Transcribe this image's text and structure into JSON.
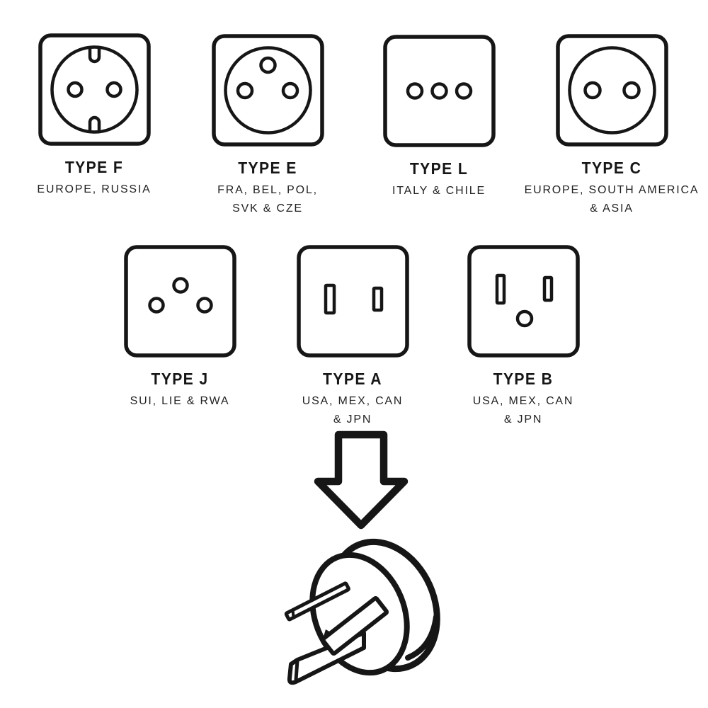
{
  "diagram": {
    "sockets": [
      {
        "id": "type-f",
        "type": "TYPE F",
        "region_line1": "EUROPE, RUSSIA",
        "region_line2": ""
      },
      {
        "id": "type-e",
        "type": "TYPE E",
        "region_line1": "FRA, BEL, POL,",
        "region_line2": "SVK & CZE"
      },
      {
        "id": "type-l",
        "type": "TYPE L",
        "region_line1": "ITALY & CHILE",
        "region_line2": ""
      },
      {
        "id": "type-c",
        "type": "TYPE C",
        "region_line1": "EUROPE, SOUTH AMERICA",
        "region_line2": "& ASIA"
      },
      {
        "id": "type-j",
        "type": "TYPE J",
        "region_line1": "SUI, LIE & RWA",
        "region_line2": ""
      },
      {
        "id": "type-a",
        "type": "TYPE A",
        "region_line1": "USA, MEX, CAN",
        "region_line2": "& JPN"
      },
      {
        "id": "type-b",
        "type": "TYPE B",
        "region_line1": "USA, MEX, CAN",
        "region_line2": "& JPN"
      }
    ],
    "arrow": {
      "icon": "down-arrow-icon",
      "direction": "down"
    },
    "plug": {
      "icon": "plug-adapter-icon"
    }
  },
  "colors": {
    "ink": "#161616",
    "background": "#ffffff"
  }
}
